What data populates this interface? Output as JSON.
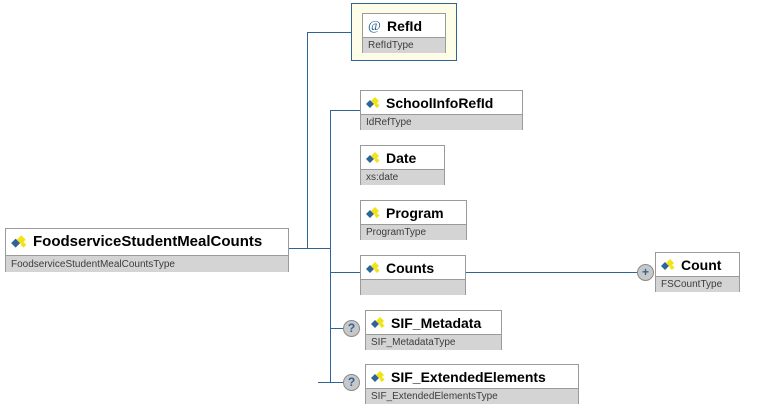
{
  "diagram": {
    "title": "FoodserviceStudentMealCounts schema diagram",
    "background_color": "#ffffff",
    "line_color": "#2e6496",
    "box_border_color": "#9a9a9a",
    "type_row_color": "#d4d4d4",
    "highlight_fill": "#fdfde8"
  },
  "root": {
    "name": "FoodserviceStudentMealCounts",
    "type": "FoodserviceStudentMealCountsType",
    "icon": "element-icon"
  },
  "children": [
    {
      "name": "RefId",
      "type": "RefIdType",
      "icon": "attribute-icon",
      "marker": "",
      "highlighted": true
    },
    {
      "name": "SchoolInfoRefId",
      "type": "IdRefType",
      "icon": "element-icon",
      "marker": "",
      "highlighted": false
    },
    {
      "name": "Date",
      "type": "xs:date",
      "icon": "element-icon",
      "marker": "",
      "highlighted": false
    },
    {
      "name": "Program",
      "type": "ProgramType",
      "icon": "element-icon",
      "marker": "",
      "highlighted": false
    },
    {
      "name": "Counts",
      "type": "",
      "icon": "element-icon",
      "marker": "",
      "highlighted": false
    },
    {
      "name": "SIF_Metadata",
      "type": "SIF_MetadataType",
      "icon": "element-icon",
      "marker": "?",
      "highlighted": false
    },
    {
      "name": "SIF_ExtendedElements",
      "type": "SIF_ExtendedElementsType",
      "icon": "element-icon",
      "marker": "?",
      "highlighted": false
    }
  ],
  "grandchildren": [
    {
      "name": "Count",
      "type": "FSCountType",
      "icon": "element-icon",
      "marker": "+",
      "parent": "Counts"
    }
  ]
}
